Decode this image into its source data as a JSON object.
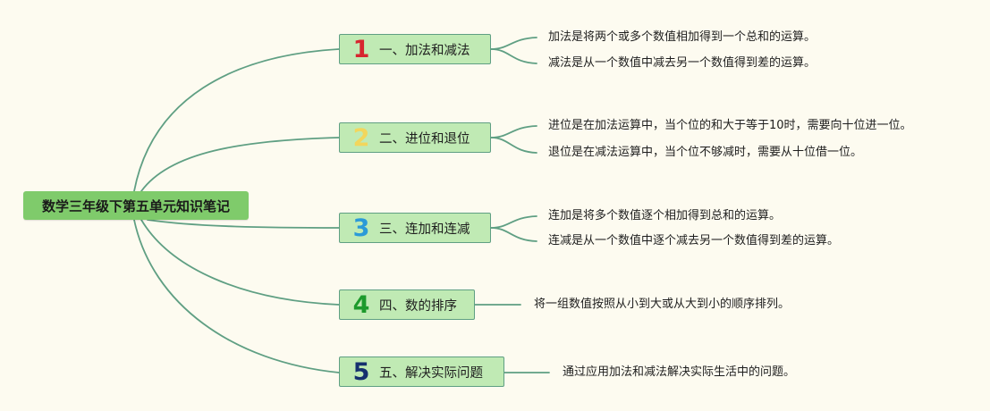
{
  "root": {
    "title": "数学三年级下第五单元知识笔记"
  },
  "branches": [
    {
      "number": "1",
      "number_color": "#d7262f",
      "label": "一、加法和减法",
      "details": [
        "加法是将两个或多个数值相加得到一个总和的运算。",
        "减法是从一个数值中减去另一个数值得到差的运算。"
      ]
    },
    {
      "number": "2",
      "number_color": "#f2d65c",
      "label": "二、进位和退位",
      "details": [
        "进位是在加法运算中，当个位的和大于等于10时，需要向十位进一位。",
        "退位是在减法运算中，当个位不够减时，需要从十位借一位。"
      ]
    },
    {
      "number": "3",
      "number_color": "#2b9ad8",
      "label": "三、连加和连减",
      "details": [
        "连加是将多个数值逐个相加得到总和的运算。",
        "连减是从一个数值中逐个减去另一个数值得到差的运算。"
      ]
    },
    {
      "number": "4",
      "number_color": "#1d9a2c",
      "label": "四、数的排序",
      "details": [
        "将一组数值按照从小到大或从大到小的顺序排列。"
      ]
    },
    {
      "number": "5",
      "number_color": "#15306e",
      "label": "五、解决实际问题",
      "details": [
        "通过应用加法和减法解决实际生活中的问题。"
      ]
    }
  ],
  "colors": {
    "line": "#5f9f83",
    "root_fill": "#7fcb6b",
    "node_fill": "#c0eab4",
    "background": "#fdfbf0"
  }
}
